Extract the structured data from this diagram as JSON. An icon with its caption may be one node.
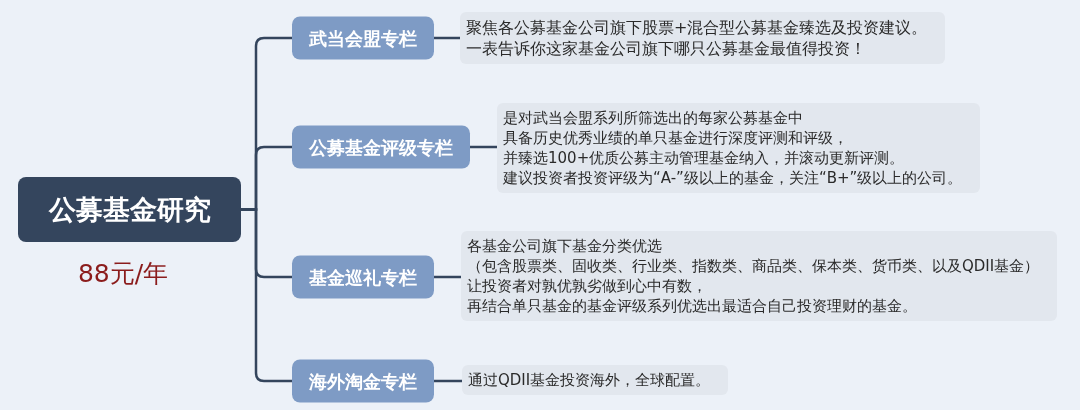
{
  "diagram": {
    "nodes": [
      {
        "text": [
          "公募基金研究"
        ],
        "beside": [
          "88元/年"
        ]
      },
      {
        "text": [
          "武当会盟专栏"
        ]
      },
      {
        "text": [
          "公募基金评级专栏"
        ]
      },
      {
        "text": [
          "基金巡礼专栏"
        ]
      },
      {
        "text": [
          "海外淘金专栏"
        ]
      },
      {
        "text": [
          "聚焦各公募基金公司旗下股票+混合型公募基金臻选及投资建议。",
          "一表告诉你这家基金公司旗下哪只公募基金最值得投资！"
        ]
      },
      {
        "text": [
          "是对武当会盟系列所筛选出的每家公募基金中",
          "具备历史优秀业绩的单只基金进行深度评测和评级，",
          "并臻选100+优质公募主动管理基金纳入，并滚动更新评测。",
          "建议投资者投资评级为“A-”级以上的基金，关注“B+”级以上的公司。"
        ]
      },
      {
        "text": [
          "各基金公司旗下基金分类优选",
          "（包含股票类、固收类、行业类、指数类、商品类、保本类、货币类、以及QDII基金）",
          "让投资者对孰优孰劣做到心中有数，",
          "再结合单只基金的基金评级系列优选出最适合自己投资理财的基金。"
        ]
      },
      {
        "text": [
          "通过QDII基金投资海外，全球配置。"
        ]
      }
    ],
    "edges": [
      {
        "from": 0,
        "to": 1,
        "arrow": "none"
      },
      {
        "from": 0,
        "to": 2,
        "arrow": "none"
      },
      {
        "from": 0,
        "to": 3,
        "arrow": "none"
      },
      {
        "from": 0,
        "to": 4,
        "arrow": "none"
      },
      {
        "from": 1,
        "to": 5,
        "arrow": "none"
      },
      {
        "from": 2,
        "to": 6,
        "arrow": "none"
      },
      {
        "from": 3,
        "to": 7,
        "arrow": "none"
      },
      {
        "from": 4,
        "to": 8,
        "arrow": "none"
      }
    ]
  }
}
